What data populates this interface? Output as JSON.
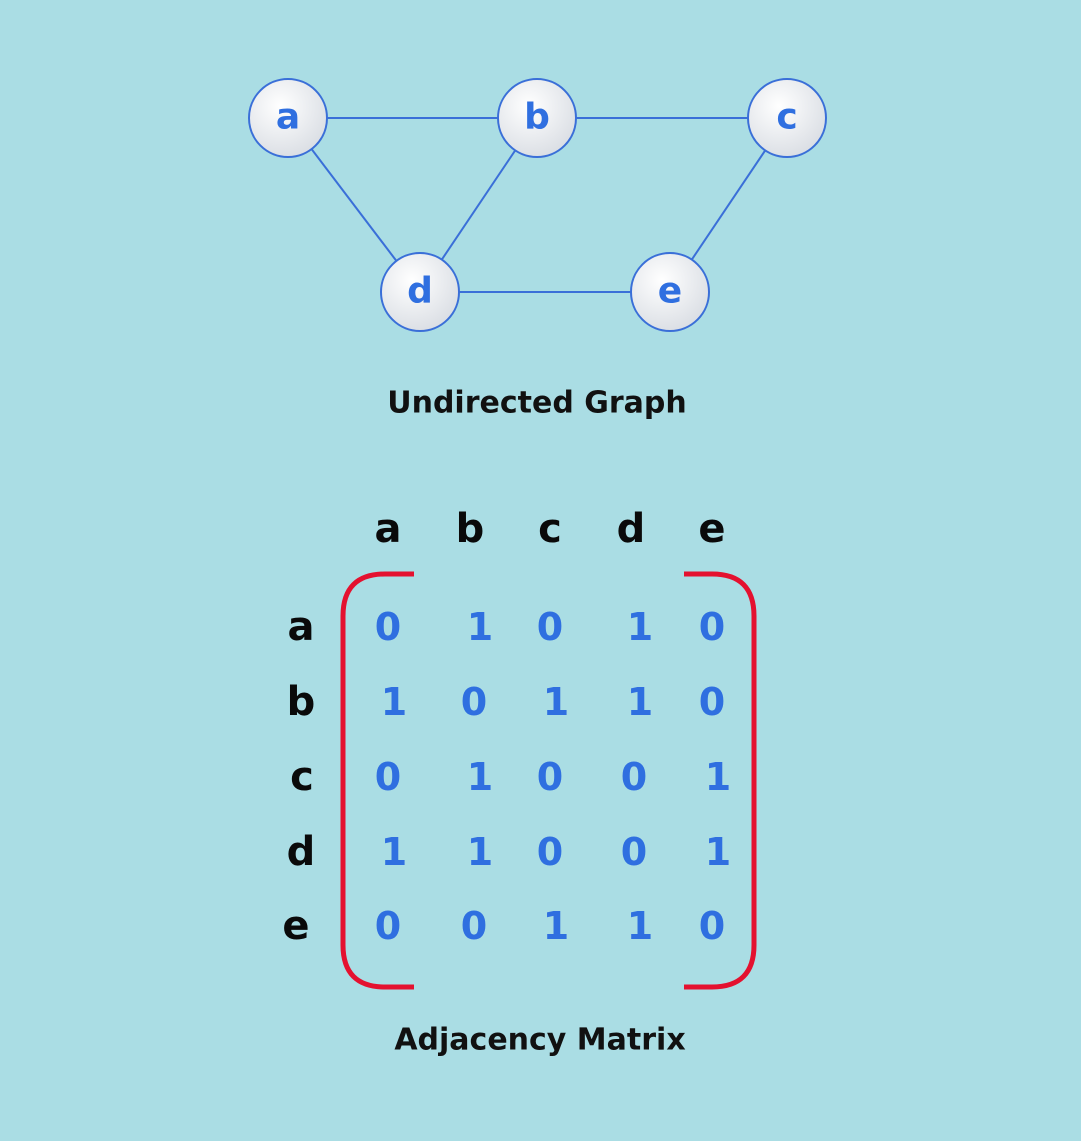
{
  "graph": {
    "caption": "Undirected Graph",
    "nodes": [
      "a",
      "b",
      "c",
      "d",
      "e"
    ],
    "edges": [
      [
        "a",
        "b"
      ],
      [
        "b",
        "c"
      ],
      [
        "a",
        "d"
      ],
      [
        "b",
        "d"
      ],
      [
        "d",
        "e"
      ],
      [
        "c",
        "e"
      ]
    ]
  },
  "matrix": {
    "caption": "Adjacency Matrix",
    "column_headers": [
      "a",
      "b",
      "c",
      "d",
      "e"
    ],
    "row_headers": [
      "a",
      "b",
      "c",
      "d",
      "e"
    ],
    "rows": [
      [
        "0",
        "1",
        "0",
        "1",
        "0"
      ],
      [
        "1",
        "0",
        "1",
        "1",
        "0"
      ],
      [
        "0",
        "1",
        "0",
        "0",
        "1"
      ],
      [
        "1",
        "1",
        "0",
        "0",
        "1"
      ],
      [
        "0",
        "0",
        "1",
        "1",
        "0"
      ]
    ]
  },
  "colors": {
    "background": "#aadde4",
    "node_stroke": "#3a6fd8",
    "node_text": "#2f6fe0",
    "bracket": "#e4112f",
    "header_text": "#0a0a0a"
  }
}
